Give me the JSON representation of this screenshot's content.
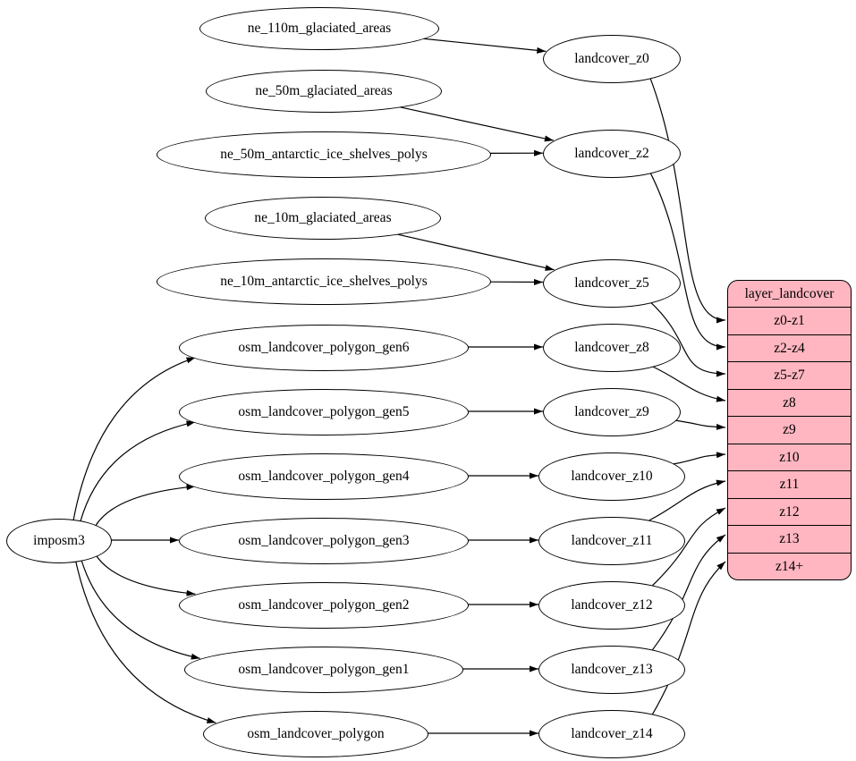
{
  "diagram": {
    "colors": {
      "background": "#ffffff",
      "node_fill": "#ffffff",
      "record_fill": "#ffb6c1",
      "stroke": "#000000"
    },
    "nodes": [
      {
        "id": "imposm3",
        "label": "imposm3"
      },
      {
        "id": "ne_110m_glaciated_areas",
        "label": "ne_110m_glaciated_areas"
      },
      {
        "id": "ne_50m_glaciated_areas",
        "label": "ne_50m_glaciated_areas"
      },
      {
        "id": "ne_50m_antarctic_ice_shelves_polys",
        "label": "ne_50m_antarctic_ice_shelves_polys"
      },
      {
        "id": "ne_10m_glaciated_areas",
        "label": "ne_10m_glaciated_areas"
      },
      {
        "id": "ne_10m_antarctic_ice_shelves_polys",
        "label": "ne_10m_antarctic_ice_shelves_polys"
      },
      {
        "id": "osm_landcover_polygon_gen6",
        "label": "osm_landcover_polygon_gen6"
      },
      {
        "id": "osm_landcover_polygon_gen5",
        "label": "osm_landcover_polygon_gen5"
      },
      {
        "id": "osm_landcover_polygon_gen4",
        "label": "osm_landcover_polygon_gen4"
      },
      {
        "id": "osm_landcover_polygon_gen3",
        "label": "osm_landcover_polygon_gen3"
      },
      {
        "id": "osm_landcover_polygon_gen2",
        "label": "osm_landcover_polygon_gen2"
      },
      {
        "id": "osm_landcover_polygon_gen1",
        "label": "osm_landcover_polygon_gen1"
      },
      {
        "id": "osm_landcover_polygon",
        "label": "osm_landcover_polygon"
      },
      {
        "id": "landcover_z0",
        "label": "landcover_z0"
      },
      {
        "id": "landcover_z2",
        "label": "landcover_z2"
      },
      {
        "id": "landcover_z5",
        "label": "landcover_z5"
      },
      {
        "id": "landcover_z8",
        "label": "landcover_z8"
      },
      {
        "id": "landcover_z9",
        "label": "landcover_z9"
      },
      {
        "id": "landcover_z10",
        "label": "landcover_z10"
      },
      {
        "id": "landcover_z11",
        "label": "landcover_z11"
      },
      {
        "id": "landcover_z12",
        "label": "landcover_z12"
      },
      {
        "id": "landcover_z13",
        "label": "landcover_z13"
      },
      {
        "id": "landcover_z14",
        "label": "landcover_z14"
      }
    ],
    "record": {
      "id": "layer_landcover",
      "title": "layer_landcover",
      "rows": [
        "z0-z1",
        "z2-z4",
        "z5-z7",
        "z8",
        "z9",
        "z10",
        "z11",
        "z12",
        "z13",
        "z14+"
      ]
    },
    "edges": [
      {
        "from": "ne_110m_glaciated_areas",
        "to": "landcover_z0"
      },
      {
        "from": "ne_50m_glaciated_areas",
        "to": "landcover_z2"
      },
      {
        "from": "ne_50m_antarctic_ice_shelves_polys",
        "to": "landcover_z2"
      },
      {
        "from": "ne_10m_glaciated_areas",
        "to": "landcover_z5"
      },
      {
        "from": "ne_10m_antarctic_ice_shelves_polys",
        "to": "landcover_z5"
      },
      {
        "from": "imposm3",
        "to": "osm_landcover_polygon_gen6"
      },
      {
        "from": "imposm3",
        "to": "osm_landcover_polygon_gen5"
      },
      {
        "from": "imposm3",
        "to": "osm_landcover_polygon_gen4"
      },
      {
        "from": "imposm3",
        "to": "osm_landcover_polygon_gen3"
      },
      {
        "from": "imposm3",
        "to": "osm_landcover_polygon_gen2"
      },
      {
        "from": "imposm3",
        "to": "osm_landcover_polygon_gen1"
      },
      {
        "from": "imposm3",
        "to": "osm_landcover_polygon"
      },
      {
        "from": "osm_landcover_polygon_gen6",
        "to": "landcover_z8"
      },
      {
        "from": "osm_landcover_polygon_gen5",
        "to": "landcover_z9"
      },
      {
        "from": "osm_landcover_polygon_gen4",
        "to": "landcover_z10"
      },
      {
        "from": "osm_landcover_polygon_gen3",
        "to": "landcover_z11"
      },
      {
        "from": "osm_landcover_polygon_gen2",
        "to": "landcover_z12"
      },
      {
        "from": "osm_landcover_polygon_gen1",
        "to": "landcover_z13"
      },
      {
        "from": "osm_landcover_polygon",
        "to": "landcover_z14"
      },
      {
        "from": "landcover_z0",
        "to": "layer_landcover:z0-z1"
      },
      {
        "from": "landcover_z2",
        "to": "layer_landcover:z2-z4"
      },
      {
        "from": "landcover_z5",
        "to": "layer_landcover:z5-z7"
      },
      {
        "from": "landcover_z8",
        "to": "layer_landcover:z8"
      },
      {
        "from": "landcover_z9",
        "to": "layer_landcover:z9"
      },
      {
        "from": "landcover_z10",
        "to": "layer_landcover:z10"
      },
      {
        "from": "landcover_z11",
        "to": "layer_landcover:z11"
      },
      {
        "from": "landcover_z12",
        "to": "layer_landcover:z12"
      },
      {
        "from": "landcover_z13",
        "to": "layer_landcover:z13"
      },
      {
        "from": "landcover_z14",
        "to": "layer_landcover:z14+"
      }
    ]
  }
}
